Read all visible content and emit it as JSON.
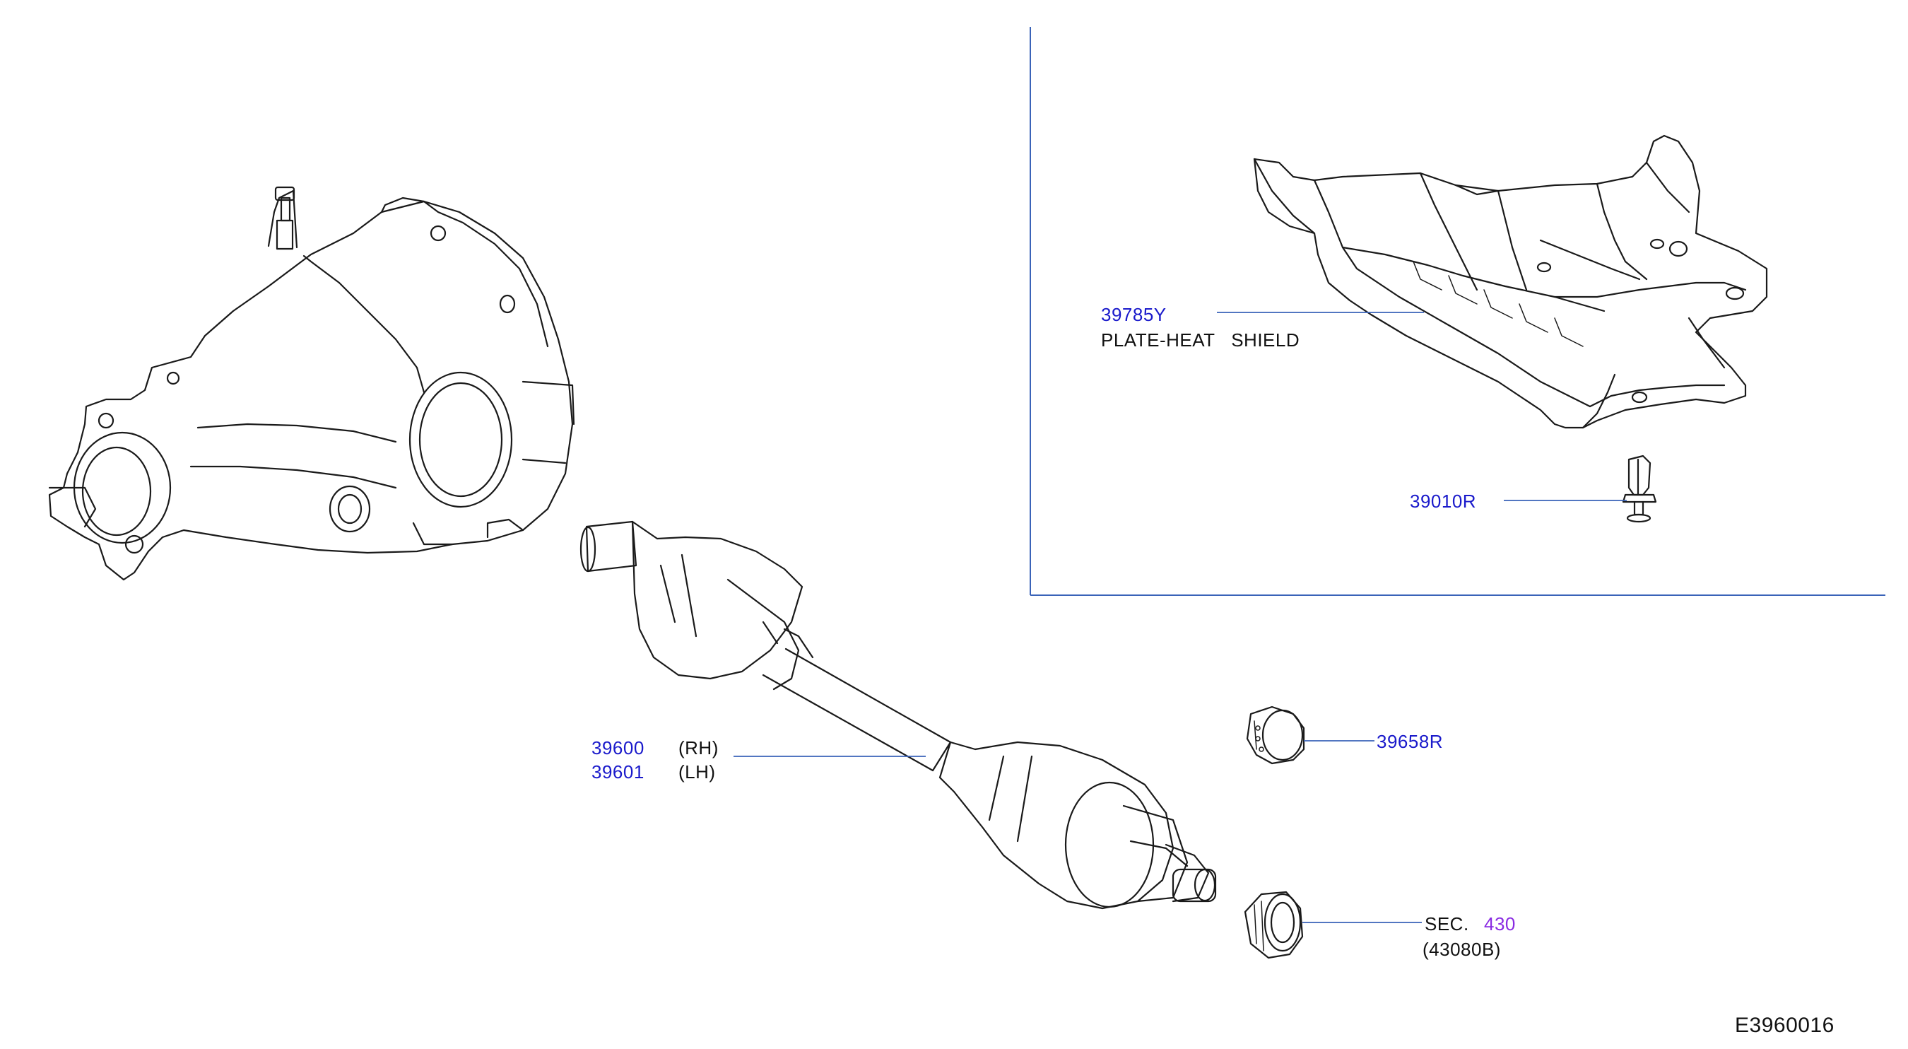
{
  "parts": {
    "heat_shield": {
      "number": "39785Y",
      "name": "PLATE-HEAT   SHIELD"
    },
    "clip": {
      "number": "39010R"
    },
    "shaft": {
      "rh_number": "39600",
      "rh_side": "(RH)",
      "lh_number": "39601",
      "lh_side": "(LH)"
    },
    "band": {
      "number": "39658R"
    },
    "section": {
      "prefix": "SEC.",
      "ref": "430",
      "sub": "(43080B)"
    }
  },
  "diagram_code": "E3960016",
  "colors": {
    "part_number": "#1a1acb",
    "section_ref": "#8a2be2",
    "leader": "#3a63b8",
    "ink": "#1a1a1a"
  }
}
